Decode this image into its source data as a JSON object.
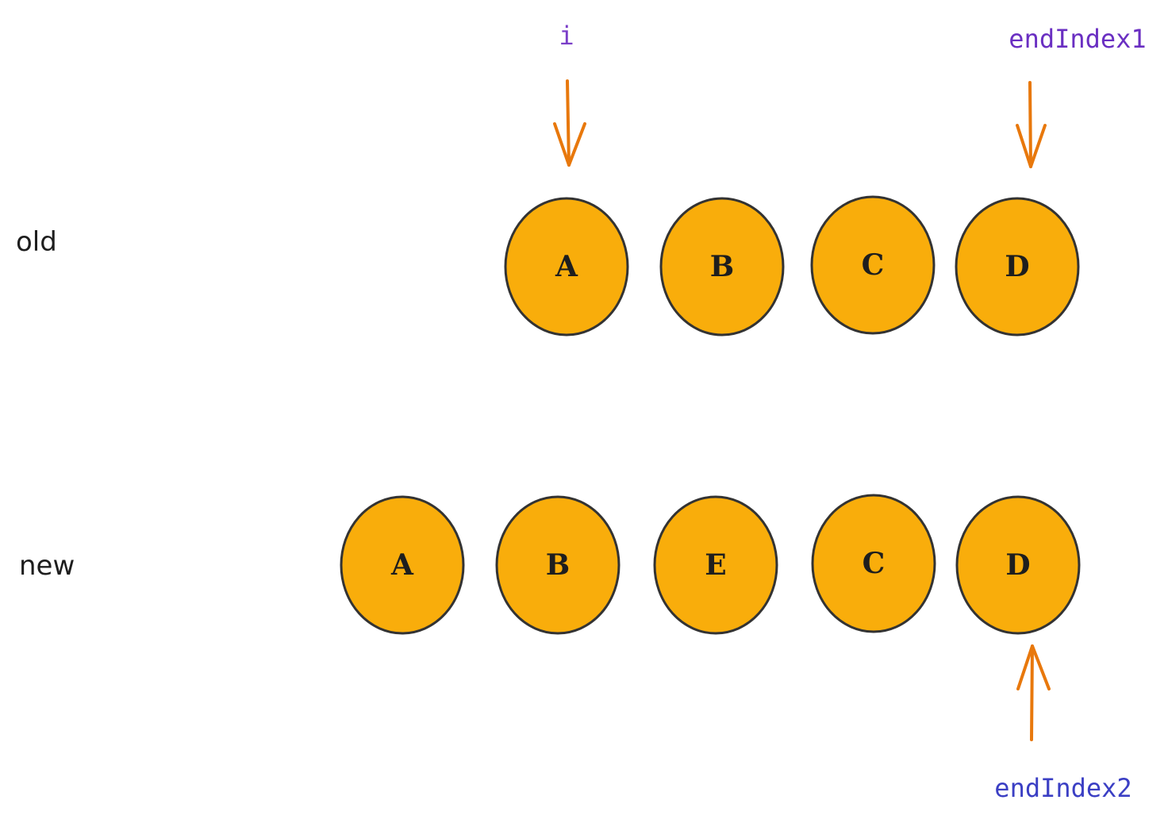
{
  "rows": {
    "old": {
      "label": "old",
      "nodes": [
        "A",
        "B",
        "C",
        "D"
      ]
    },
    "new": {
      "label": "new",
      "nodes": [
        "A",
        "B",
        "E",
        "C",
        "D"
      ]
    }
  },
  "pointers": {
    "i": {
      "label": "i"
    },
    "end_index_1": {
      "label": "endIndex1"
    },
    "end_index_2": {
      "label": "endIndex2"
    }
  },
  "colors": {
    "node_fill": "#f9ad0b",
    "node_stroke": "#333333",
    "arrow": "#e8780c",
    "pointer_label_i": "#7a3ec8",
    "pointer_label_end1": "#6a2fc2",
    "pointer_label_end2": "#3b3fc4"
  }
}
